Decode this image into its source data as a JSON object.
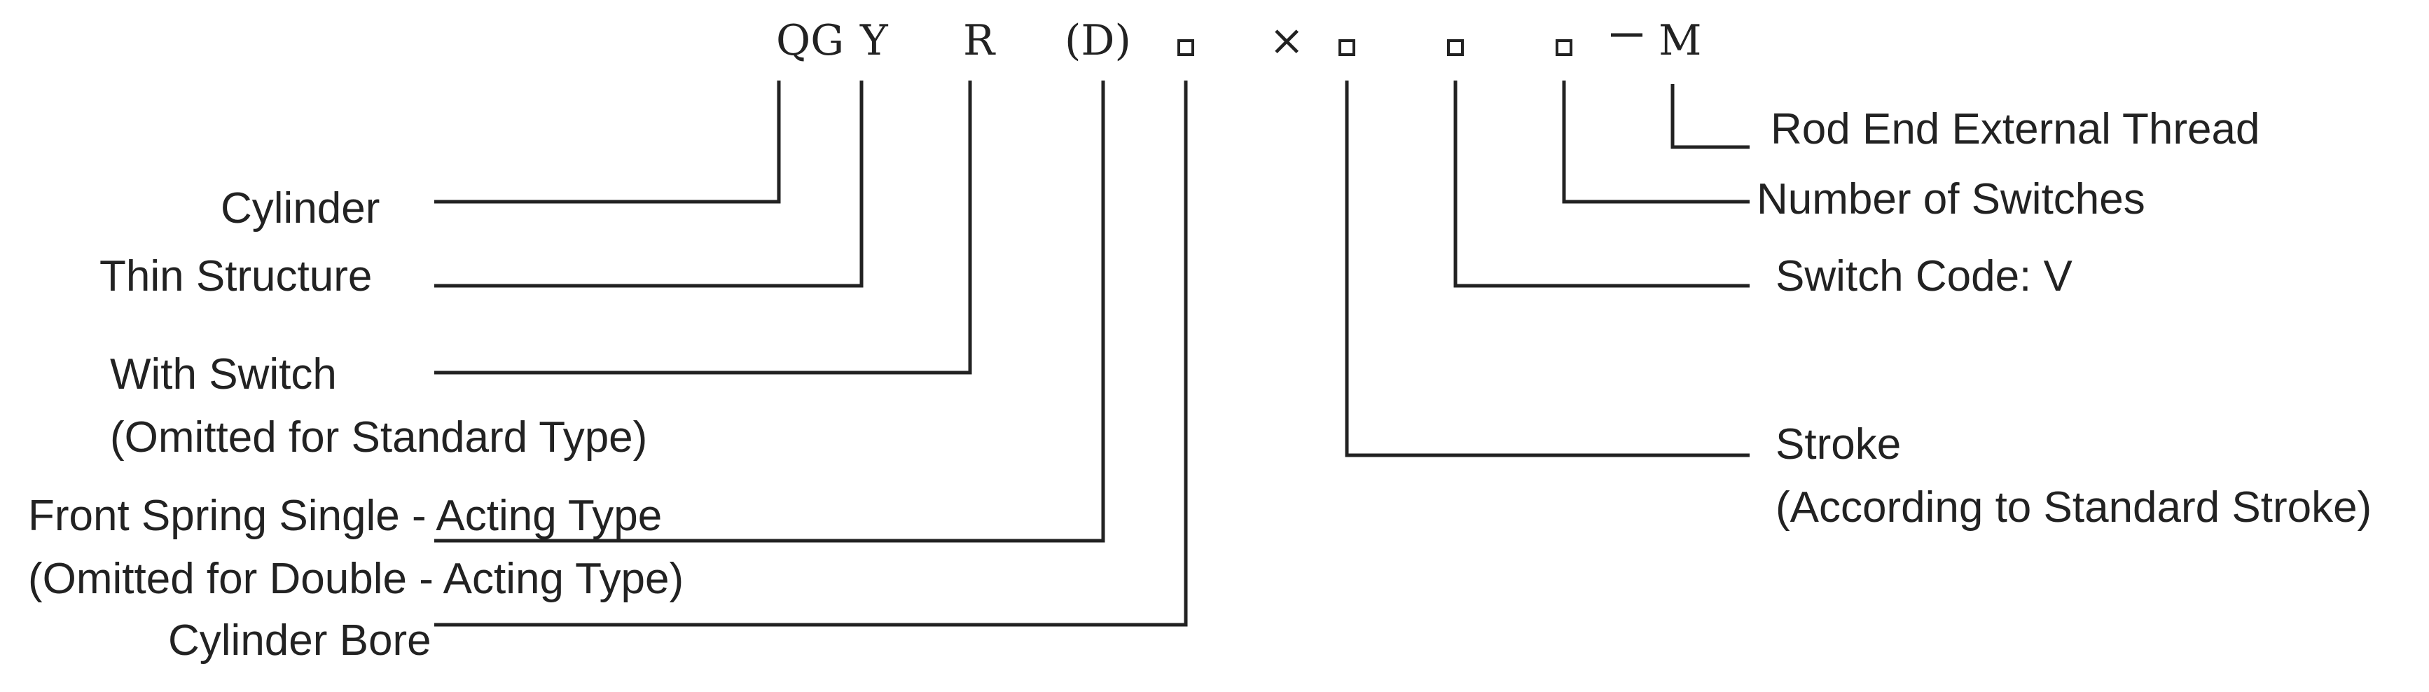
{
  "code": {
    "qg": "QG",
    "y": "Y",
    "r": "R",
    "d": "(D)",
    "x": "×",
    "m": "M"
  },
  "labels": {
    "cylinder": "Cylinder",
    "thin_structure": "Thin Structure",
    "with_switch": "With Switch",
    "with_switch_note": "(Omitted for Standard Type)",
    "front_spring": "Front Spring Single - Acting Type",
    "front_spring_note": "(Omitted for Double - Acting Type)",
    "cylinder_bore": "Cylinder Bore",
    "rod_end": "Rod End External Thread",
    "number_of_switches": "Number of Switches",
    "switch_code": "Switch Code: V",
    "stroke": "Stroke",
    "stroke_note": "(According to Standard Stroke)"
  }
}
